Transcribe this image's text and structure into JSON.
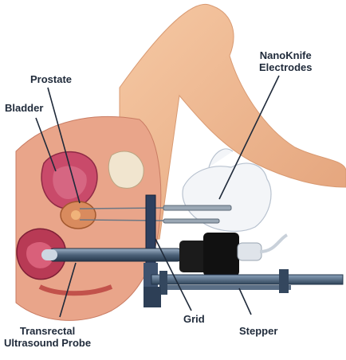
{
  "labels": {
    "prostate": "Prostate",
    "bladder": "Bladder",
    "nanoknife_line1": "NanoKnife",
    "nanoknife_line2": "Electrodes",
    "grid": "Grid",
    "stepper": "Stepper",
    "probe_line1": "Transrectal",
    "probe_line2": "Ultrasound Probe"
  }
}
